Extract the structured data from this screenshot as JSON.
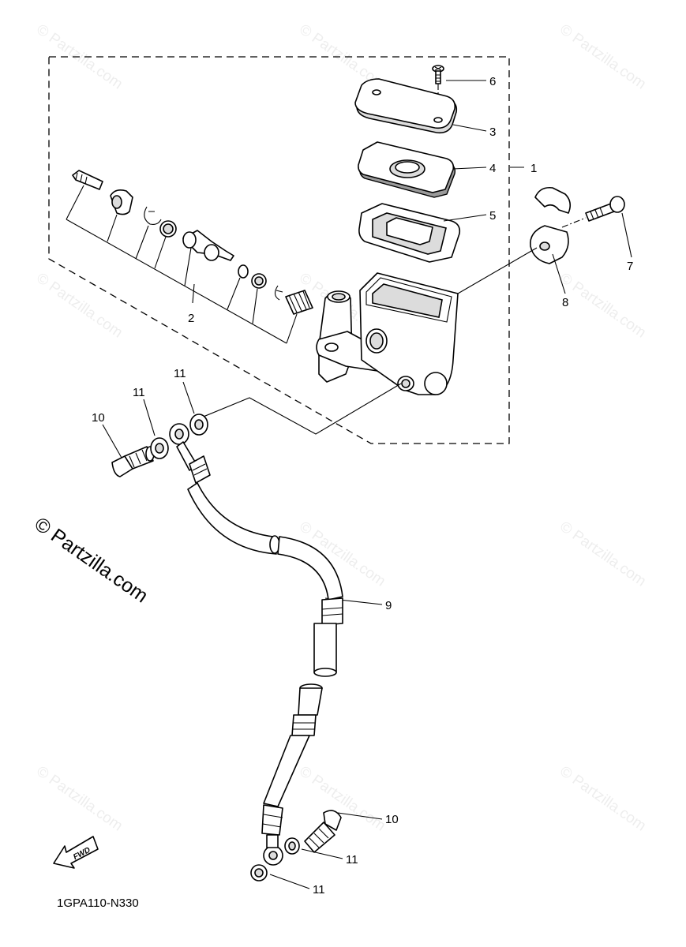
{
  "diagram": {
    "code": "1GPA110-N330",
    "watermark": "© Partzilla.com",
    "fwd_label": "FWD"
  },
  "callouts": {
    "c1": "1",
    "c2": "2",
    "c3": "3",
    "c4": "4",
    "c5": "5",
    "c6": "6",
    "c7": "7",
    "c8": "8",
    "c9": "9",
    "c10a": "10",
    "c10b": "10",
    "c11a": "11",
    "c11b": "11",
    "c11c": "11",
    "c11d": "11"
  }
}
